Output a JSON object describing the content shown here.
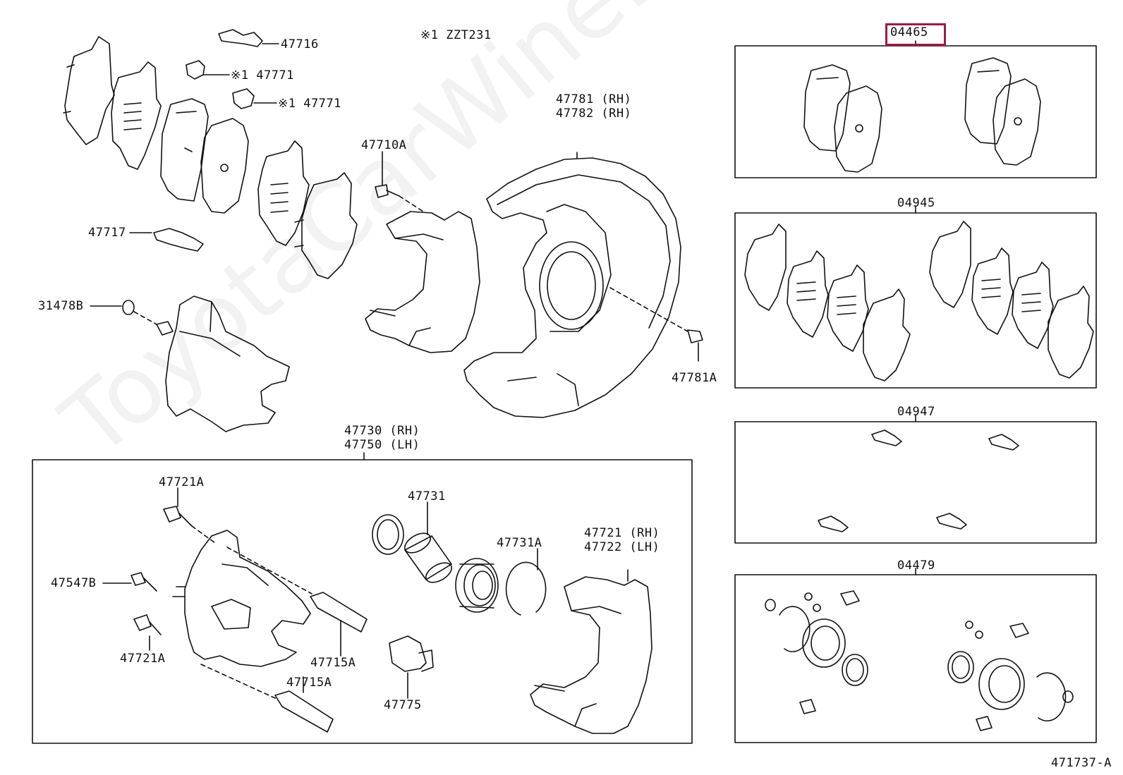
{
  "diagram": {
    "note": "※1 ZZT231",
    "figure_id": "471737-A",
    "watermark": "ToyotaCarWine.ru",
    "accent_color": "#a0174a",
    "line_color": "#111111",
    "highlighted_part": "04465"
  },
  "callouts": {
    "p47716": "47716",
    "p47771a": "※1 47771",
    "p47771b": "※1 47771",
    "p47717": "47717",
    "p31478b": "31478B",
    "p47710a": "47710A",
    "p47781_rh": "47781 (RH)",
    "p47782_rh": "47782 (RH)",
    "p47781a": "47781A",
    "p47730": "47730 (RH)",
    "p47750": "47750 (LH)",
    "p47721a_top": "47721A",
    "p47547b": "47547B",
    "p47721a_bot": "47721A",
    "p47715a_mid": "47715A",
    "p47715a_bot": "47715A",
    "p47731": "47731",
    "p47731a": "47731A",
    "p47775": "47775",
    "p47721_rh": "47721 (RH)",
    "p47722_lh": "47722 (LH)"
  },
  "kits": {
    "k04465": "04465",
    "k04945": "04945",
    "k04947": "04947",
    "k04479": "04479"
  }
}
